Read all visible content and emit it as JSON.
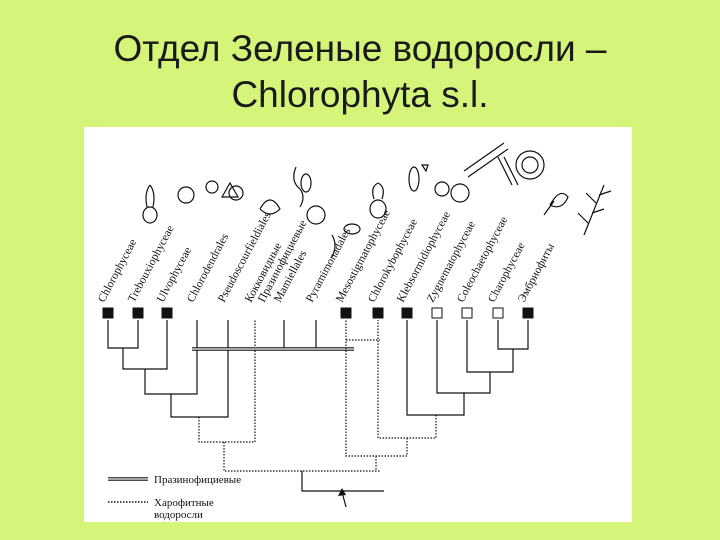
{
  "title": {
    "line1": "Отдел Зеленые водоросли –",
    "line2": "Chlorophyta s.l."
  },
  "diagram": {
    "taxa": [
      {
        "label": "Chlorophyceae",
        "marker": "filled"
      },
      {
        "label": "Trebouxiophyceae",
        "marker": "filled"
      },
      {
        "label": "Ulvophyceae",
        "marker": "filled"
      },
      {
        "label": "Chlorodendrales",
        "marker": "none"
      },
      {
        "label": "Pseudoscourfieldiales",
        "marker": "none"
      },
      {
        "label": "Кокковидные Празинофициевые",
        "marker": "none"
      },
      {
        "label": "Mamiellales",
        "marker": "none"
      },
      {
        "label": "Pyramimonadales",
        "marker": "none"
      },
      {
        "label": "Mesostigmatophyceae",
        "marker": "filled"
      },
      {
        "label": "Chlorokybophyceae",
        "marker": "filled"
      },
      {
        "label": "Klebsormidiophyceae",
        "marker": "filled"
      },
      {
        "label": "Zygnematophyceae",
        "marker": "open"
      },
      {
        "label": "Coleochaetophyceae",
        "marker": "open"
      },
      {
        "label": "Charophyceae",
        "marker": "open"
      },
      {
        "label": "Эмбриофиты",
        "marker": "filled"
      }
    ],
    "legend": [
      {
        "style": "double-line",
        "text": "Празинофициевые"
      },
      {
        "style": "dotted-line",
        "text": "Харофитные водоросли"
      }
    ],
    "colors": {
      "slide_background": "#d4f57a",
      "figure_background": "#ffffff",
      "ink": "#111111"
    }
  }
}
